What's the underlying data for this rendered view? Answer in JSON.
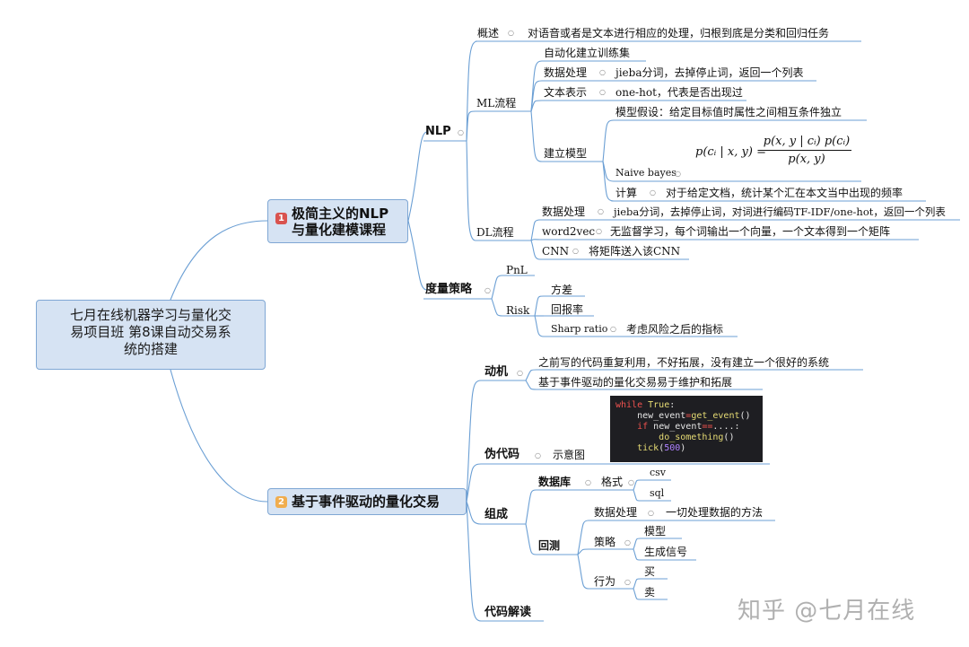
{
  "root": {
    "line1": "七月在线机器学习与量化交",
    "line2": "易项目班  第8课自动交易系",
    "line3": "统的搭建"
  },
  "section1": {
    "badge": "1",
    "line1": "极简主义的NLP",
    "line2": "与量化建模课程"
  },
  "section2": {
    "badge": "2",
    "label": "基于事件驱动的量化交易"
  },
  "nlp": {
    "label": "NLP",
    "overview": {
      "label": "概述",
      "text": "对语音或者是文本进行相应的处理，归根到底是分类和回归任务"
    },
    "ml": {
      "label": "ML流程",
      "auto_train": "自动化建立训练集",
      "data_proc": {
        "label": "数据处理",
        "text": "jieba分词，去掉停止词，返回一个列表"
      },
      "text_repr": {
        "label": "文本表示",
        "text": "one-hot，代表是否出现过"
      },
      "build_model": {
        "label": "建立模型",
        "assumption": "模型假设：给定目标值时属性之间相互条件独立",
        "naive_bayes": "Naive bayes",
        "formula": {
          "lhs": "p(cᵢ | x, y) =",
          "numerator": "p(x, y | cᵢ) p(cᵢ)",
          "denominator": "p(x, y)"
        },
        "calc": {
          "label": "计算",
          "text": "对于给定文档，统计某个汇在本文当中出现的频率"
        }
      }
    },
    "dl": {
      "label": "DL流程",
      "data_proc": {
        "label": "数据处理",
        "text": "jieba分词，去掉停止词，对词进行编码TF-IDF/one-hot，返回一个列表"
      },
      "word2vec": {
        "label": "word2vec",
        "text": "无监督学习，每个词输出一个向量，一个文本得到一个矩阵"
      },
      "cnn": {
        "label": "CNN",
        "text": "将矩阵送入该CNN"
      }
    }
  },
  "metric": {
    "label": "度量策略",
    "pnl": "PnL",
    "risk": {
      "label": "Risk",
      "variance": "方差",
      "return_rate": "回报率",
      "sharp": "Sharp ratio",
      "sharp_note": "考虑风险之后的指标"
    }
  },
  "motive": {
    "label": "动机",
    "item1": "之前写的代码重复利用，不好拓展，没有建立一个很好的系统",
    "item2": "基于事件驱动的量化交易易于维护和拓展"
  },
  "pseudo": {
    "label": "伪代码",
    "diagram_label": "示意图",
    "code": {
      "l1_kw": "while",
      "l1_val": "True",
      "l2_var": "new_event",
      "l2_fn": "get_event",
      "l3_kw": "if",
      "l3_var": "new_event",
      "l4_fn": "do_something",
      "l5_fn": "tick",
      "l5_num": "500"
    }
  },
  "compose": {
    "label": "组成",
    "db": {
      "label": "数据库",
      "format": "格式",
      "csv": "csv",
      "sql": "sql"
    },
    "backtest": {
      "label": "回测",
      "data_proc": {
        "label": "数据处理",
        "text": "一切处理数据的方法"
      },
      "strategy": {
        "label": "策略",
        "model": "模型",
        "signal": "生成信号"
      },
      "action": {
        "label": "行为",
        "buy": "买",
        "sell": "卖"
      }
    }
  },
  "code_read": {
    "label": "代码解读"
  },
  "watermark": "知乎 @七月在线",
  "colors": {
    "connector": "#6b9fd4",
    "root_fill": "#d6e3f3",
    "badge_red": "#d9534f",
    "badge_yellow": "#f0ad4e"
  }
}
